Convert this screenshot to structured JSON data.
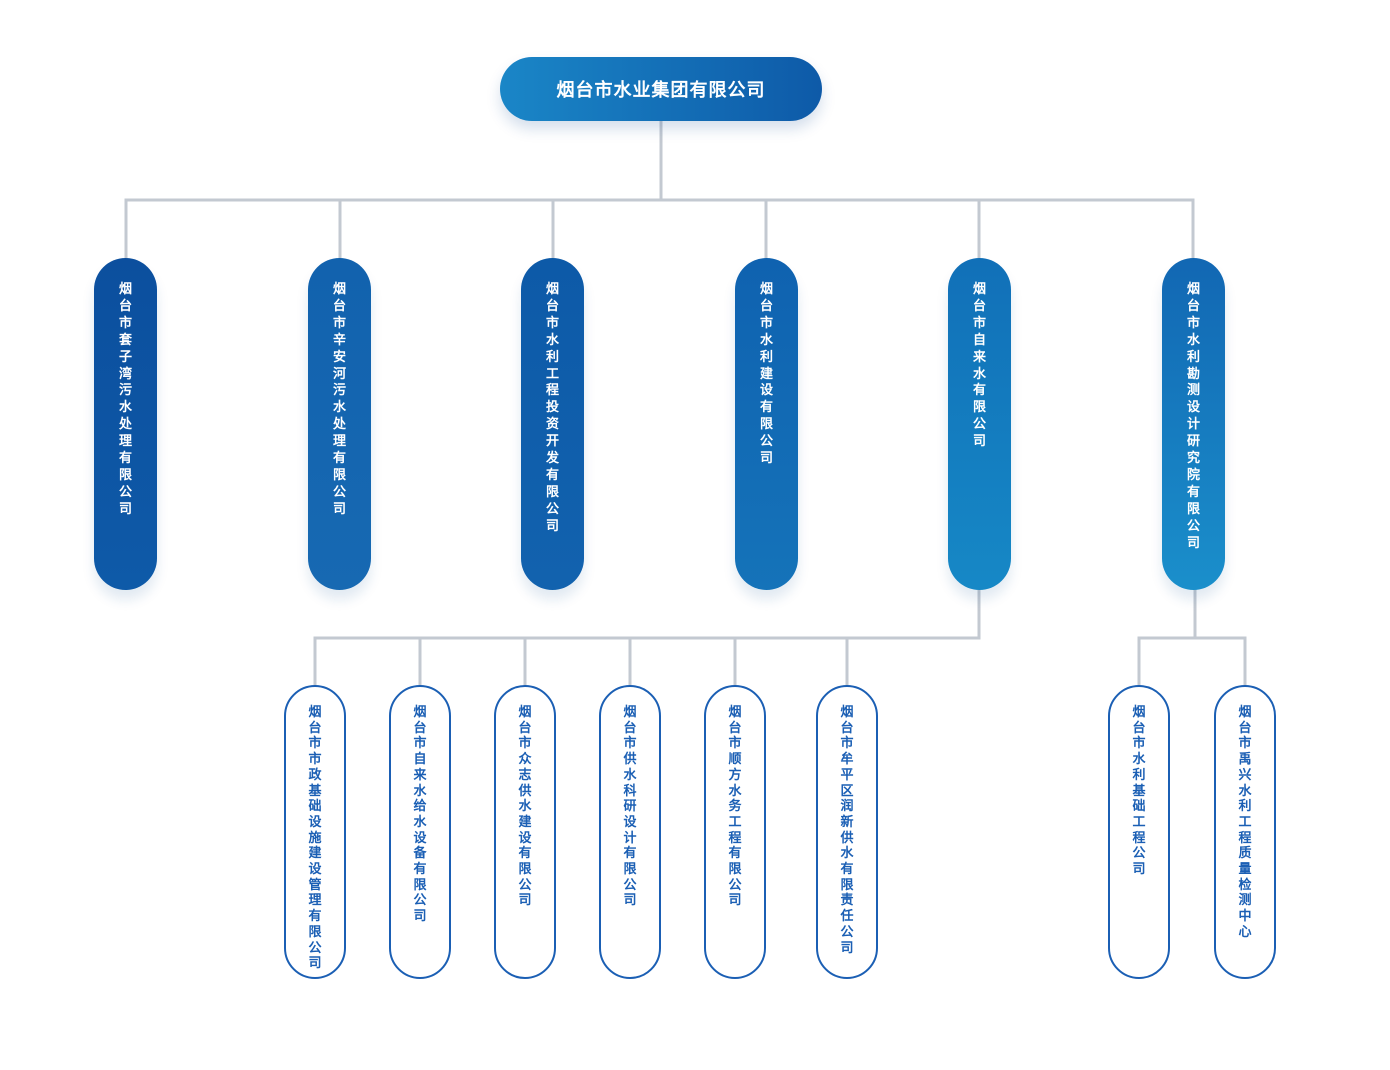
{
  "org": {
    "root": {
      "label": "烟台市水业集团有限公司"
    },
    "level1": [
      {
        "label": "烟台市套子湾污水处理有限公司",
        "color_top": "#0c4f9e",
        "color_bottom": "#0e5aa8"
      },
      {
        "label": "烟台市辛安河污水处理有限公司",
        "color_top": "#1262ae",
        "color_bottom": "#1769b2"
      },
      {
        "label": "烟台市水利工程投资开发有限公司",
        "color_top": "#0d5aa8",
        "color_bottom": "#1262ae"
      },
      {
        "label": "烟台市水利建设有限公司",
        "color_top": "#0f62b0",
        "color_bottom": "#1573b9"
      },
      {
        "label": "烟台市自来水有限公司",
        "color_top": "#1170b8",
        "color_bottom": "#1688c6"
      },
      {
        "label": "烟台市水利勘测设计研究院有限公司",
        "color_top": "#1267b3",
        "color_bottom": "#1a8fcb"
      }
    ],
    "level2_group_zilaishui": [
      {
        "label": "烟台市市政基础设施建设管理有限公司"
      },
      {
        "label": "烟台市自来水给水设备有限公司"
      },
      {
        "label": "烟台市众志供水建设有限公司"
      },
      {
        "label": "烟台市供水科研设计有限公司"
      },
      {
        "label": "烟台市顺方水务工程有限公司"
      },
      {
        "label": "烟台市牟平区润新供水有限责任公司"
      }
    ],
    "level2_group_kance": [
      {
        "label": "烟台市水利基础工程公司"
      },
      {
        "label": "烟台市禹兴水利工程质量检测中心"
      }
    ]
  },
  "colors": {
    "connector": "#c3c9d1",
    "child_border": "#1b5fb4",
    "child_text": "#1b5fb4",
    "root_left": "#1a86c7",
    "root_right": "#0e5aa8"
  }
}
